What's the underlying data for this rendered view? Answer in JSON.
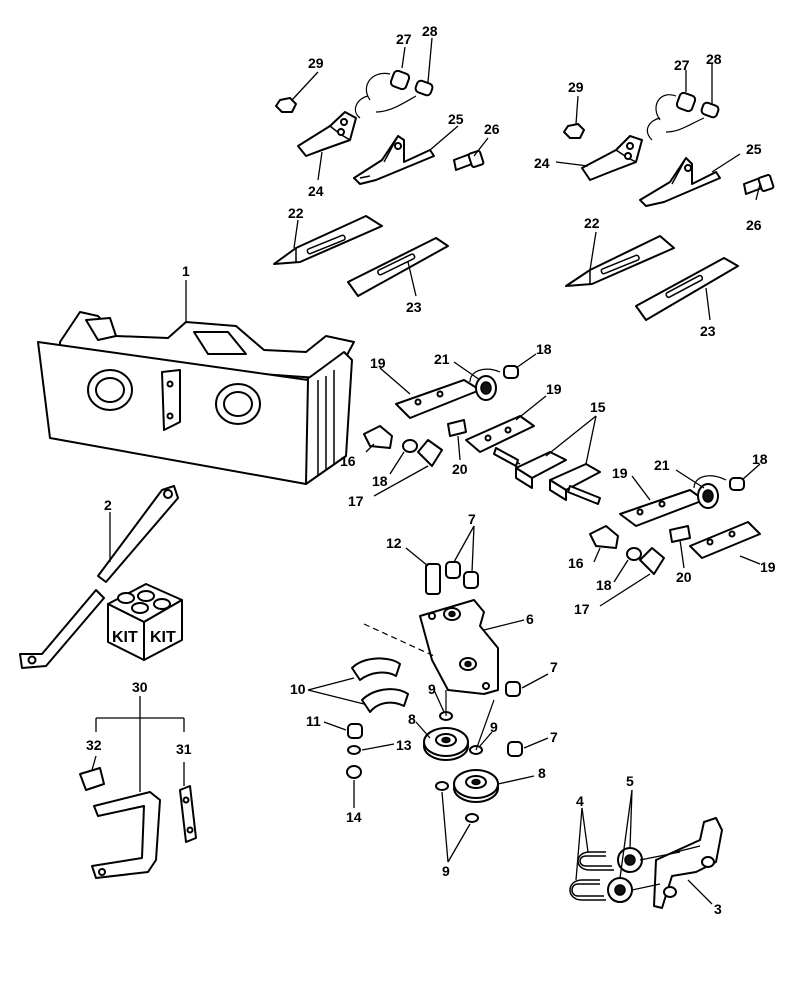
{
  "colors": {
    "line": "#000000",
    "background": "#ffffff"
  },
  "callouts": {
    "c1": "1",
    "c2": "2",
    "c3": "3",
    "c4": "4",
    "c5": "5",
    "c6": "6",
    "c7a": "7",
    "c7b": "7",
    "c7c": "7",
    "c8a": "8",
    "c8b": "8",
    "c9a": "9",
    "c9b": "9",
    "c9c": "9",
    "c10": "10",
    "c11": "11",
    "c12": "12",
    "c13": "13",
    "c14": "14",
    "c15": "15",
    "c16a": "16",
    "c16b": "16",
    "c17a": "17",
    "c17b": "17",
    "c18a": "18",
    "c18b": "18",
    "c18c": "18",
    "c18d": "18",
    "c19a": "19",
    "c19b": "19",
    "c19c": "19",
    "c19d": "19",
    "c20a": "20",
    "c20b": "20",
    "c21a": "21",
    "c21b": "21",
    "c22a": "22",
    "c22b": "22",
    "c23a": "23",
    "c23b": "23",
    "c24a": "24",
    "c24b": "24",
    "c25a": "25",
    "c25b": "25",
    "c26a": "26",
    "c26b": "26",
    "c27a": "27",
    "c27b": "27",
    "c28a": "28",
    "c28b": "28",
    "c29a": "29",
    "c29b": "29",
    "c30": "30",
    "c31": "31",
    "c32": "32"
  },
  "kit_box": {
    "front_text": "KIT",
    "side_text": "KIT"
  }
}
